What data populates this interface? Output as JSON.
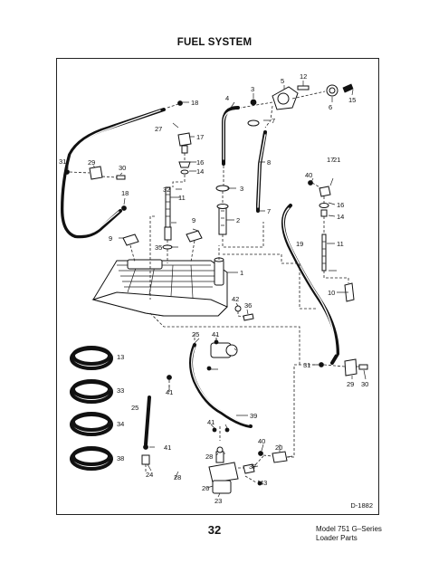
{
  "page": {
    "title": "FUEL SYSTEM",
    "diagram_code": "D-1882",
    "page_number": "32",
    "model": "Model 751 G–Series",
    "subtitle": "Loader Parts"
  },
  "callouts": [
    {
      "id": "c1",
      "text": "1"
    },
    {
      "id": "c2",
      "text": "2"
    },
    {
      "id": "c3a",
      "text": "3"
    },
    {
      "id": "c3b",
      "text": "3"
    },
    {
      "id": "c4",
      "text": "4"
    },
    {
      "id": "c5",
      "text": "5"
    },
    {
      "id": "c6",
      "text": "6"
    },
    {
      "id": "c7a",
      "text": "7"
    },
    {
      "id": "c7b",
      "text": "7"
    },
    {
      "id": "c8",
      "text": "8"
    },
    {
      "id": "c9a",
      "text": "9"
    },
    {
      "id": "c9b",
      "text": "9"
    },
    {
      "id": "c10",
      "text": "10"
    },
    {
      "id": "c11a",
      "text": "11"
    },
    {
      "id": "c11b",
      "text": "11"
    },
    {
      "id": "c12",
      "text": "12"
    },
    {
      "id": "c13",
      "text": "13"
    },
    {
      "id": "c14a",
      "text": "14"
    },
    {
      "id": "c14b",
      "text": "14"
    },
    {
      "id": "c15",
      "text": "15"
    },
    {
      "id": "c16a",
      "text": "16"
    },
    {
      "id": "c16b",
      "text": "16"
    },
    {
      "id": "c17a",
      "text": "17"
    },
    {
      "id": "c17b",
      "text": "17"
    },
    {
      "id": "c18a",
      "text": "18"
    },
    {
      "id": "c18b",
      "text": "18"
    },
    {
      "id": "c19",
      "text": "19"
    },
    {
      "id": "c20",
      "text": "20"
    },
    {
      "id": "c21",
      "text": "21"
    },
    {
      "id": "c23",
      "text": "23"
    },
    {
      "id": "c24",
      "text": "24"
    },
    {
      "id": "c25a",
      "text": "25"
    },
    {
      "id": "c25b",
      "text": "25"
    },
    {
      "id": "c26",
      "text": "26"
    },
    {
      "id": "c27",
      "text": "27"
    },
    {
      "id": "c28a",
      "text": "28"
    },
    {
      "id": "c28b",
      "text": "28"
    },
    {
      "id": "c29a",
      "text": "29"
    },
    {
      "id": "c29b",
      "text": "29"
    },
    {
      "id": "c30a",
      "text": "30"
    },
    {
      "id": "c30b",
      "text": "30"
    },
    {
      "id": "c31a",
      "text": "31"
    },
    {
      "id": "c31b",
      "text": "31"
    },
    {
      "id": "c32",
      "text": "32"
    },
    {
      "id": "c33",
      "text": "33"
    },
    {
      "id": "c34",
      "text": "34"
    },
    {
      "id": "c35",
      "text": "35"
    },
    {
      "id": "c36",
      "text": "36"
    },
    {
      "id": "c37",
      "text": "37"
    },
    {
      "id": "c38",
      "text": "38"
    },
    {
      "id": "c39",
      "text": "39"
    },
    {
      "id": "c40a",
      "text": "40"
    },
    {
      "id": "c40b",
      "text": "40"
    },
    {
      "id": "c41a",
      "text": "41"
    },
    {
      "id": "c41b",
      "text": "41"
    },
    {
      "id": "c41c",
      "text": "41"
    },
    {
      "id": "c41d",
      "text": "41"
    },
    {
      "id": "c42",
      "text": "42"
    },
    {
      "id": "c43",
      "text": "43"
    }
  ]
}
